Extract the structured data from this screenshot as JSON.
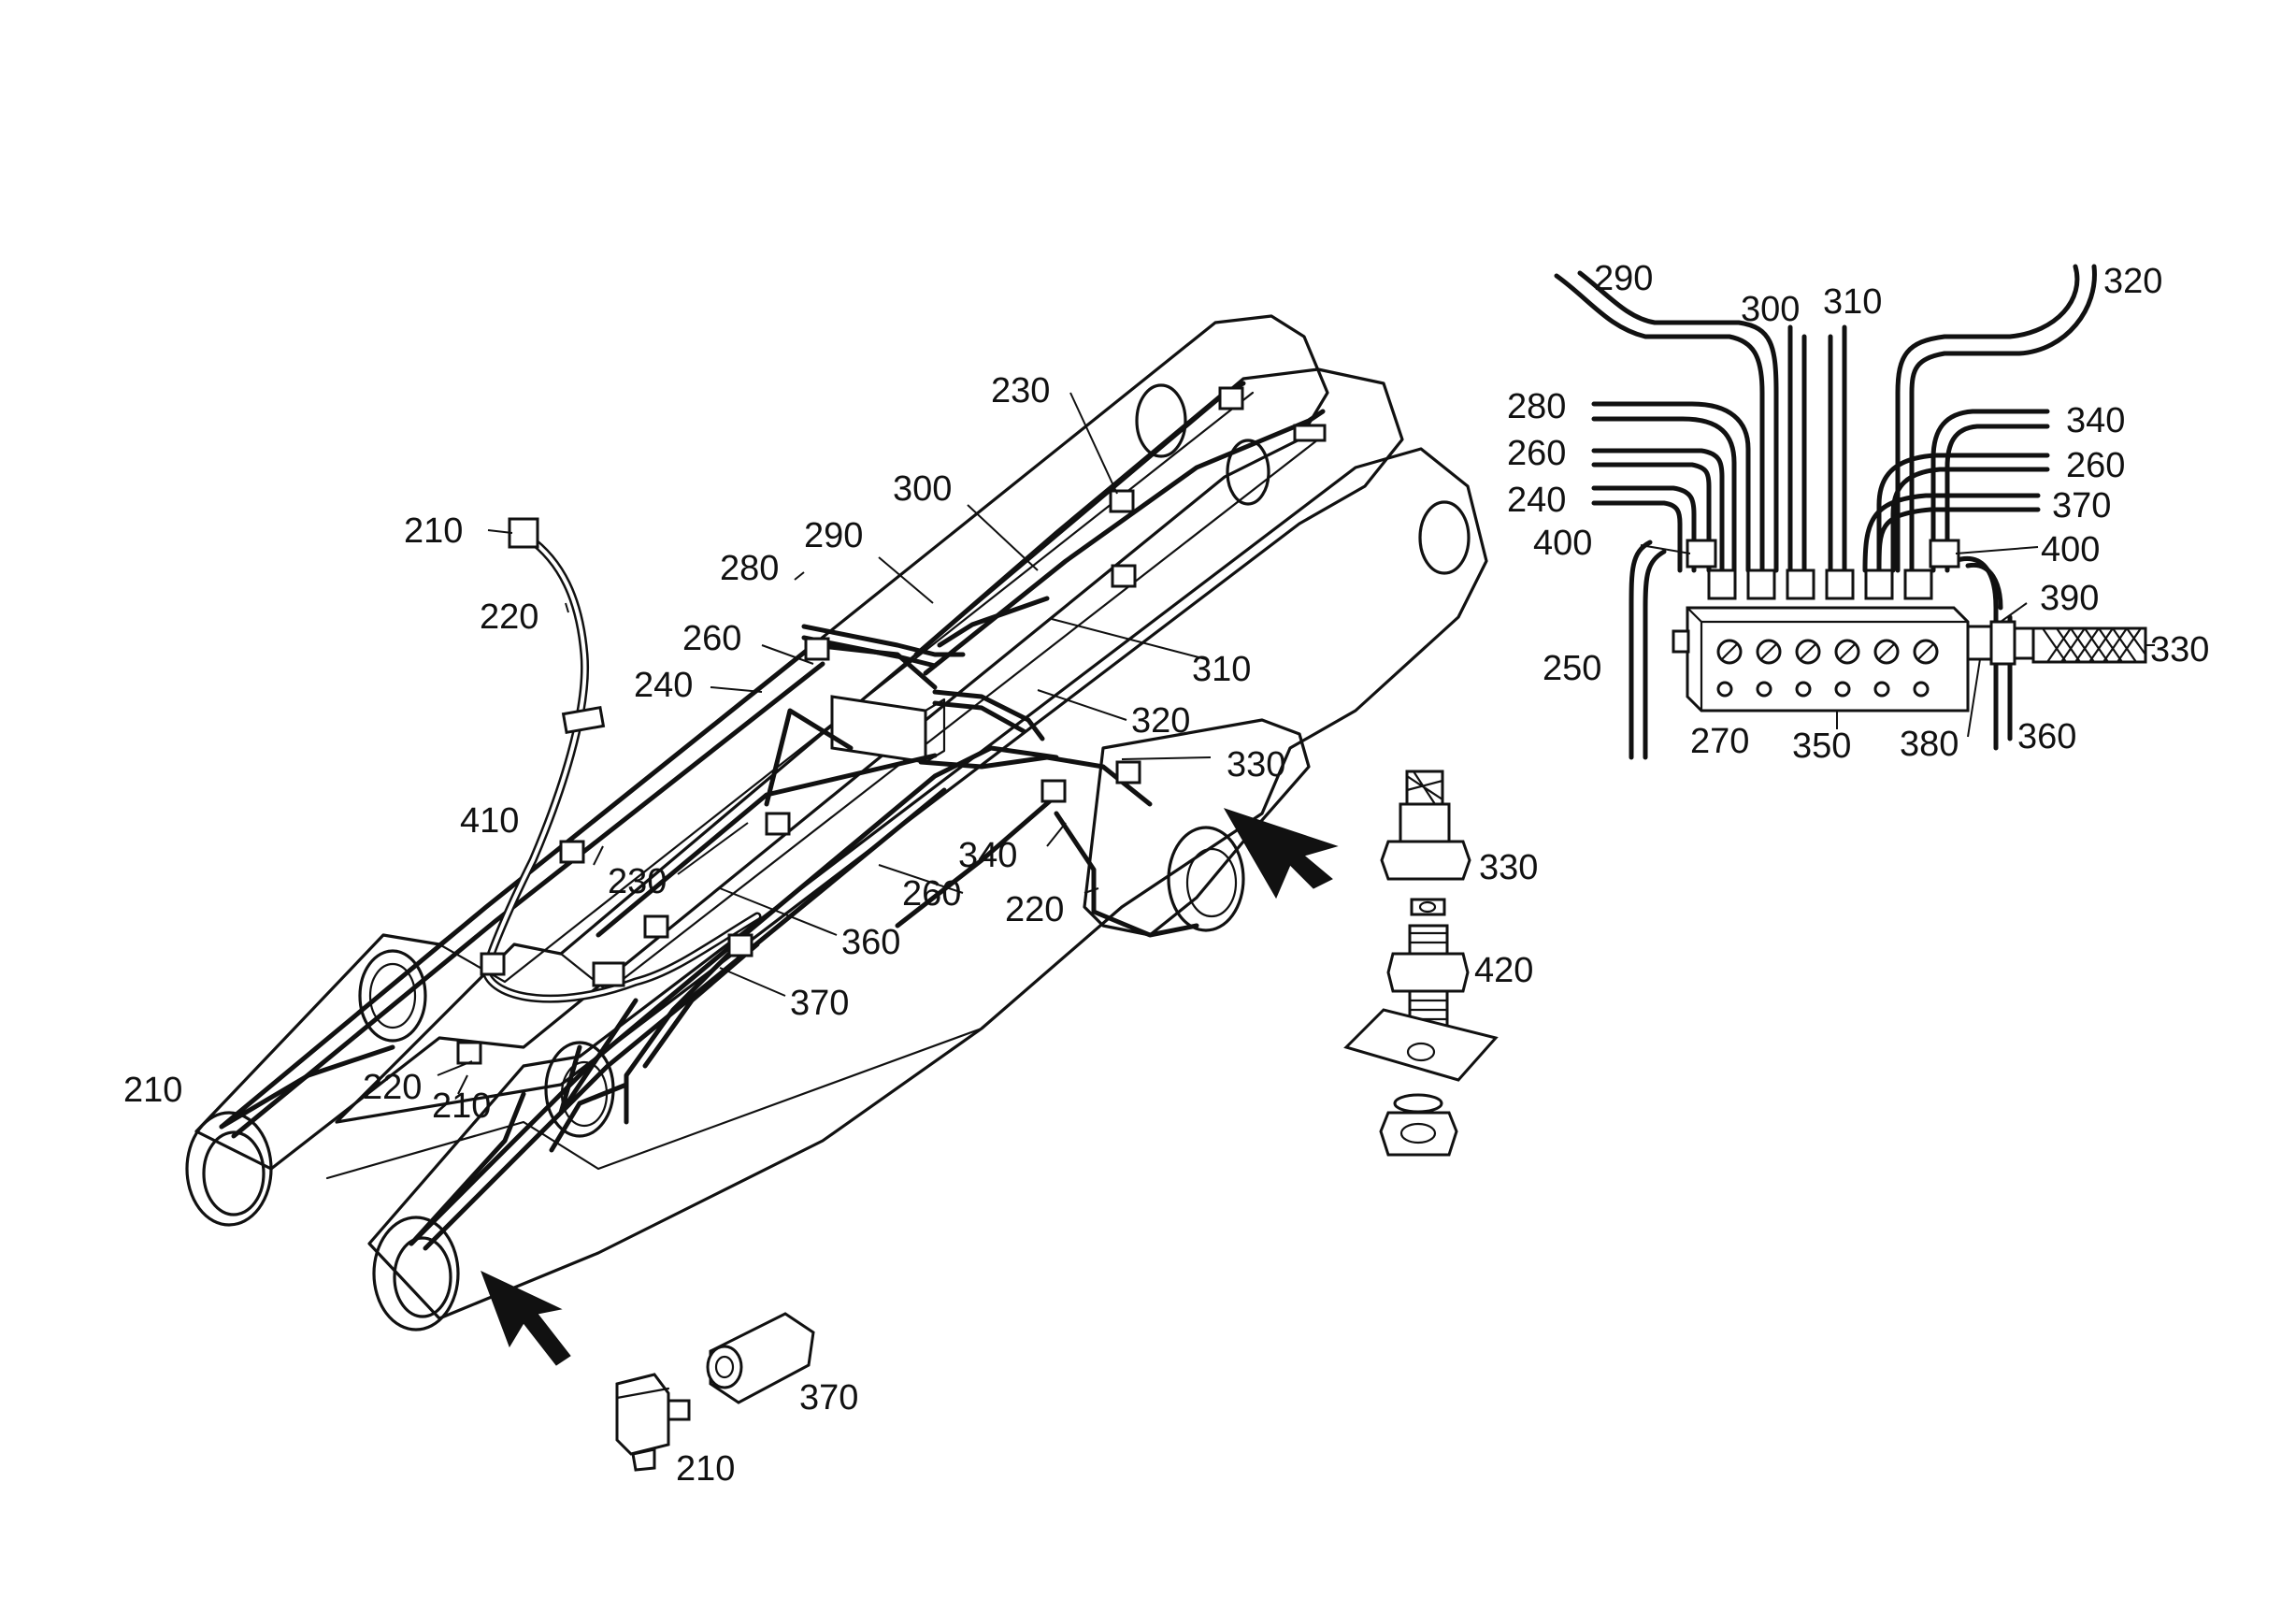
{
  "callouts": {
    "main_view": {
      "l210_top": "210",
      "l220_top": "220",
      "l230_top": "230",
      "l300": "300",
      "l290": "290",
      "l280": "280",
      "l260_top": "260",
      "l240": "240",
      "l310": "310",
      "l320": "320",
      "l330": "330",
      "l410": "410",
      "l230_mid": "230",
      "l260_mid": "260",
      "l360": "360",
      "l340": "340",
      "l220_right": "220",
      "l370": "370",
      "l220_bottom": "220",
      "l210_bottom": "210",
      "l210_left": "210"
    },
    "manifold_view": {
      "l290": "290",
      "l300": "300",
      "l310": "310",
      "l320": "320",
      "l280": "280",
      "l260_left": "260",
      "l240": "240",
      "l400_left": "400",
      "l250": "250",
      "l340": "340",
      "l260_right": "260",
      "l370": "370",
      "l400_right": "400",
      "l390": "390",
      "l330": "330",
      "l270": "270",
      "l350": "350",
      "l380": "380",
      "l360": "360"
    },
    "fitting_detail": {
      "l330": "330",
      "l420": "420"
    },
    "nipple_detail": {
      "l370": "370",
      "l210": "210"
    }
  }
}
